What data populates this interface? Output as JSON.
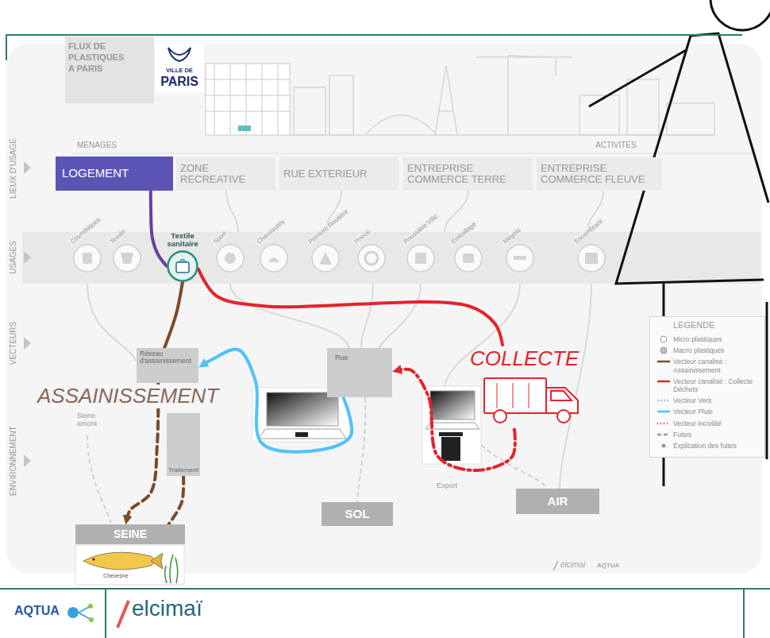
{
  "diagram": {
    "title": "FLUX DE PLASTIQUES A PARIS",
    "nodes": [
      {
        "text": [
          "LOGEMENT"
        ]
      },
      {
        "text": [
          "ZONE RECREATIVE"
        ]
      },
      {
        "text": [
          "RUE EXTERIEUR"
        ]
      },
      {
        "text": [
          "ENTREPRISE COMMERCE TERRE"
        ]
      },
      {
        "text": [
          "ENTREPRISE COMMERCE FLEUVE"
        ]
      },
      {
        "text": [
          "Textile sanitaire"
        ]
      },
      {
        "text": [
          "Réseau d'assainissement"
        ]
      },
      {
        "text": [
          "Rue"
        ]
      },
      {
        "text": [
          "COLLECTE"
        ]
      },
      {
        "text": [
          "Traitement"
        ]
      },
      {
        "text": [
          "AIR"
        ]
      },
      {
        "text": [
          "SOL"
        ]
      },
      {
        "text": [
          "SEINE"
        ]
      }
    ],
    "edges": [
      {
        "from": 0,
        "to": 5,
        "arrow": "none"
      },
      {
        "from": 5,
        "to": 6,
        "arrow": "none"
      },
      {
        "from": 5,
        "to": 8,
        "arrow": "none"
      },
      {
        "from": 8,
        "to": 7,
        "arrow": "to"
      },
      {
        "from": 7,
        "to": 6,
        "arrow": "to"
      },
      {
        "from": 6,
        "to": 12,
        "arrow": "to"
      },
      {
        "from": 9,
        "to": 12,
        "arrow": "none"
      }
    ],
    "labels": [
      "VILLE DE",
      "PARIS",
      "MENAGES",
      "ACTIVITES",
      "LIEUX D'USAGE",
      "USAGES",
      "VECTEURS",
      "ENVIRONNEMENT",
      "Cosmétiques",
      "Textile",
      "Sport",
      "Chaussures",
      "Peinture Routière",
      "Pneus",
      "Poussière Ville",
      "Emballage",
      "Mégots",
      "Encombrant",
      "ASSAINISSEMENT",
      "Seine amont",
      "Export",
      "Chevesne",
      "LEGENDE",
      "elcimai",
      "AQTUA",
      "AQTUA",
      "elcimaï"
    ],
    "legend": [
      {
        "text": "Micro plastiques"
      },
      {
        "text": "Macro plastiques"
      },
      {
        "text": "Vecteur canalisé : Assainissement"
      },
      {
        "text": "Vecteur canalisé : Collecte Déchets"
      },
      {
        "text": "Vecteur Vent"
      },
      {
        "text": "Vecteur Pluie"
      },
      {
        "text": "Vecteur incivilité"
      },
      {
        "text": "Fuites"
      },
      {
        "text": "Explication des fuites"
      }
    ]
  }
}
